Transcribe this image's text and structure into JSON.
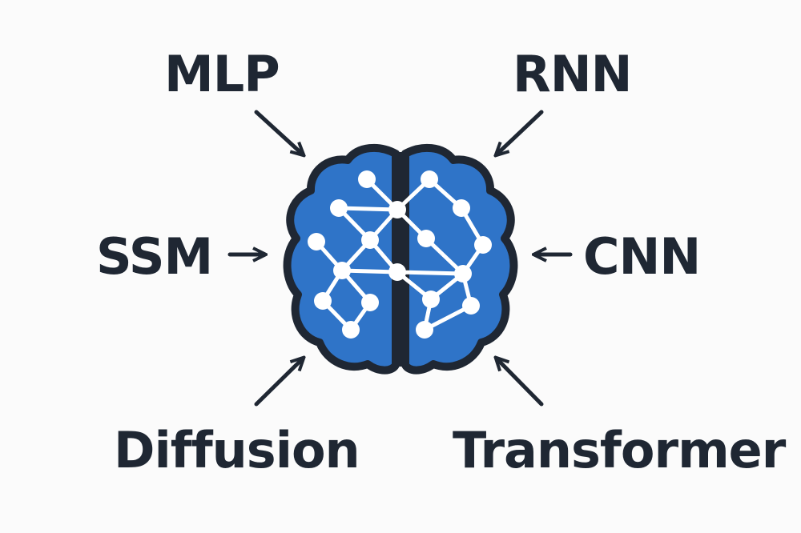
{
  "labels": {
    "top_left": "MLP",
    "top_right": "RNN",
    "mid_left": "SSM",
    "mid_right": "CNN",
    "bottom_left": "Diffusion",
    "bottom_right": "Transformer"
  },
  "center_icon": "brain-network-icon",
  "colors": {
    "brain_fill": "#2f74c8",
    "outline": "#1f2733",
    "network": "#ffffff",
    "text": "#1f2733",
    "background": "#fbfbfb"
  }
}
